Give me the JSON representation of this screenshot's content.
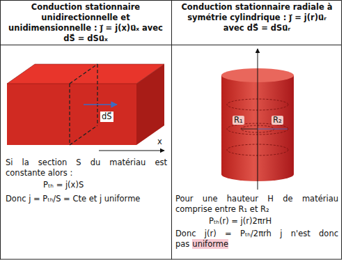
{
  "diagram": {
    "labels": [
      "Conduction stationnaire unidirectionnelle et unidimensionnelle : j⃗ = j(x)u⃗ₓ avec dS⃗ = dSu⃗ₓ",
      "Conduction stationnaire radiale à symétrie cylindrique : j⃗ = j(r)u⃗ᵣ avec dS⃗ = dSu⃗ᵣ",
      "dS⃗",
      "x",
      "Si la section S du matériau est constante alors :",
      "Pₜₕ = j(x)S",
      "Donc j = Pₜₕ/S = Cte et j uniforme",
      "R₁",
      "R₂",
      "Pour une hauteur H de matériau comprise entre R₁ et R₂",
      "Pₜₕ(r) = j(r)2πrH",
      "Donc j(r) = Pₜₕ/2πrh j n'est donc pas",
      "uniforme"
    ]
  }
}
